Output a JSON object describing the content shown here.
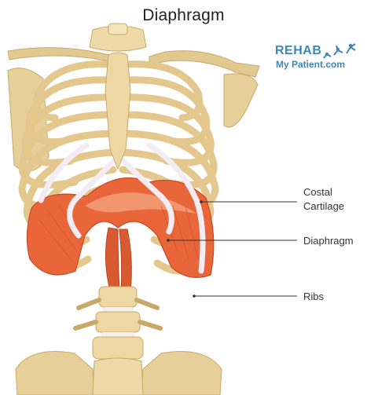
{
  "title": "Diaphragm",
  "logo": {
    "line1": "REHAB",
    "line2": "My Patient.com"
  },
  "labels": {
    "costal_line1": "Costal",
    "costal_line2": "Cartilage",
    "diaphragm": "Diaphragm",
    "ribs": "Ribs"
  },
  "colors": {
    "bone": "#e6cf98",
    "bone_shade": "#c9a96a",
    "cartilage": "#f3ecf4",
    "muscle": "#e8663a",
    "muscle_dark": "#c94a22",
    "leader": "#333333",
    "logo": "#3f86b8"
  }
}
